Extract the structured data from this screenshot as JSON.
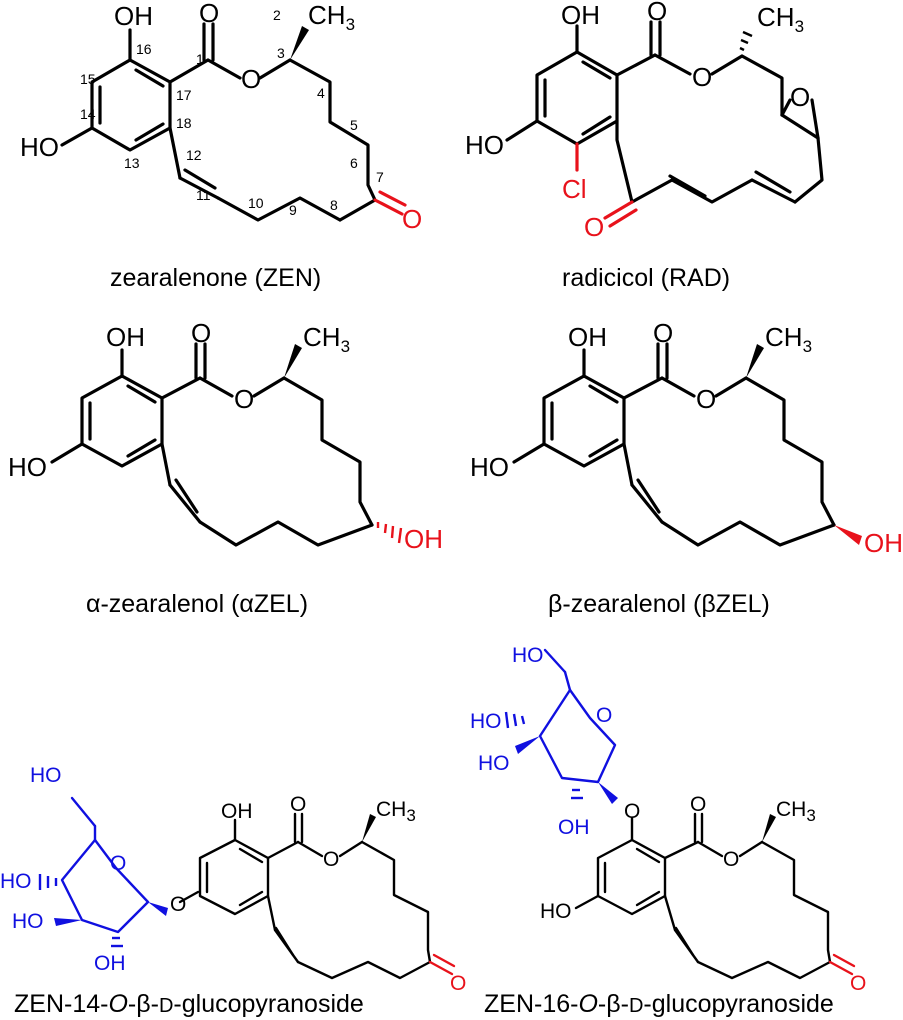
{
  "molecules": {
    "zen": {
      "caption": "zearalenone (ZEN)",
      "atoms": {
        "oh_top": "OH",
        "ho_left": "HO",
        "o_carbonyl": "O",
        "o_ester": "O",
        "ch": "CH",
        "ch_sub": "3",
        "o_ketone": "O"
      },
      "numbers": [
        "1",
        "2",
        "3",
        "4",
        "5",
        "6",
        "7",
        "8",
        "9",
        "10",
        "11",
        "12",
        "13",
        "14",
        "15",
        "16",
        "17",
        "18"
      ]
    },
    "rad": {
      "caption": "radicicol (RAD)",
      "atoms": {
        "oh_top": "OH",
        "ho_left": "HO",
        "o_carbonyl": "O",
        "o_ester": "O",
        "ch": "CH",
        "ch_sub": "3",
        "o_epoxide": "O",
        "cl": "Cl",
        "o_ketone": "O"
      }
    },
    "azel": {
      "caption": "α-zearalenol  (αZEL)",
      "atoms": {
        "oh_top": "OH",
        "ho_left": "HO",
        "o_carbonyl": "O",
        "o_ester": "O",
        "ch": "CH",
        "ch_sub": "3",
        "oh_alcohol": "OH"
      }
    },
    "bzel": {
      "caption": "β-zearalenol (βZEL)",
      "atoms": {
        "oh_top": "OH",
        "ho_left": "HO",
        "o_carbonyl": "O",
        "o_ester": "O",
        "ch": "CH",
        "ch_sub": "3",
        "oh_alcohol": "OH"
      }
    },
    "g14": {
      "caption_parts": {
        "a": "ZEN-14-",
        "o": "O",
        "b": "-β-",
        "d": "D",
        "c": "-glucopyranoside"
      },
      "atoms": {
        "oh_top": "OH",
        "o_carbonyl": "O",
        "o_ester": "O",
        "ch": "CH",
        "ch_sub": "3",
        "o_ketone": "O",
        "o_link": "O"
      },
      "sugar": {
        "ho_ch2": "HO",
        "o_ring": "O",
        "ho_1": "HO",
        "ho_2": "HO",
        "oh_3": "OH"
      }
    },
    "g16": {
      "caption_parts": {
        "a": "ZEN-16-",
        "o": "O",
        "b": "-β-",
        "d": "D",
        "c": "-glucopyranoside"
      },
      "atoms": {
        "ho_left": "HO",
        "o_carbonyl": "O",
        "o_ester": "O",
        "ch": "CH",
        "ch_sub": "3",
        "o_ketone": "O",
        "o_link": "O"
      },
      "sugar": {
        "ho_ch2": "HO",
        "o_ring": "O",
        "ho_1": "HO",
        "ho_2": "HO",
        "oh_3": "OH"
      }
    }
  },
  "colors": {
    "bond": "#000000",
    "modified_group": "#e8121b",
    "glucose": "#1010e0"
  }
}
